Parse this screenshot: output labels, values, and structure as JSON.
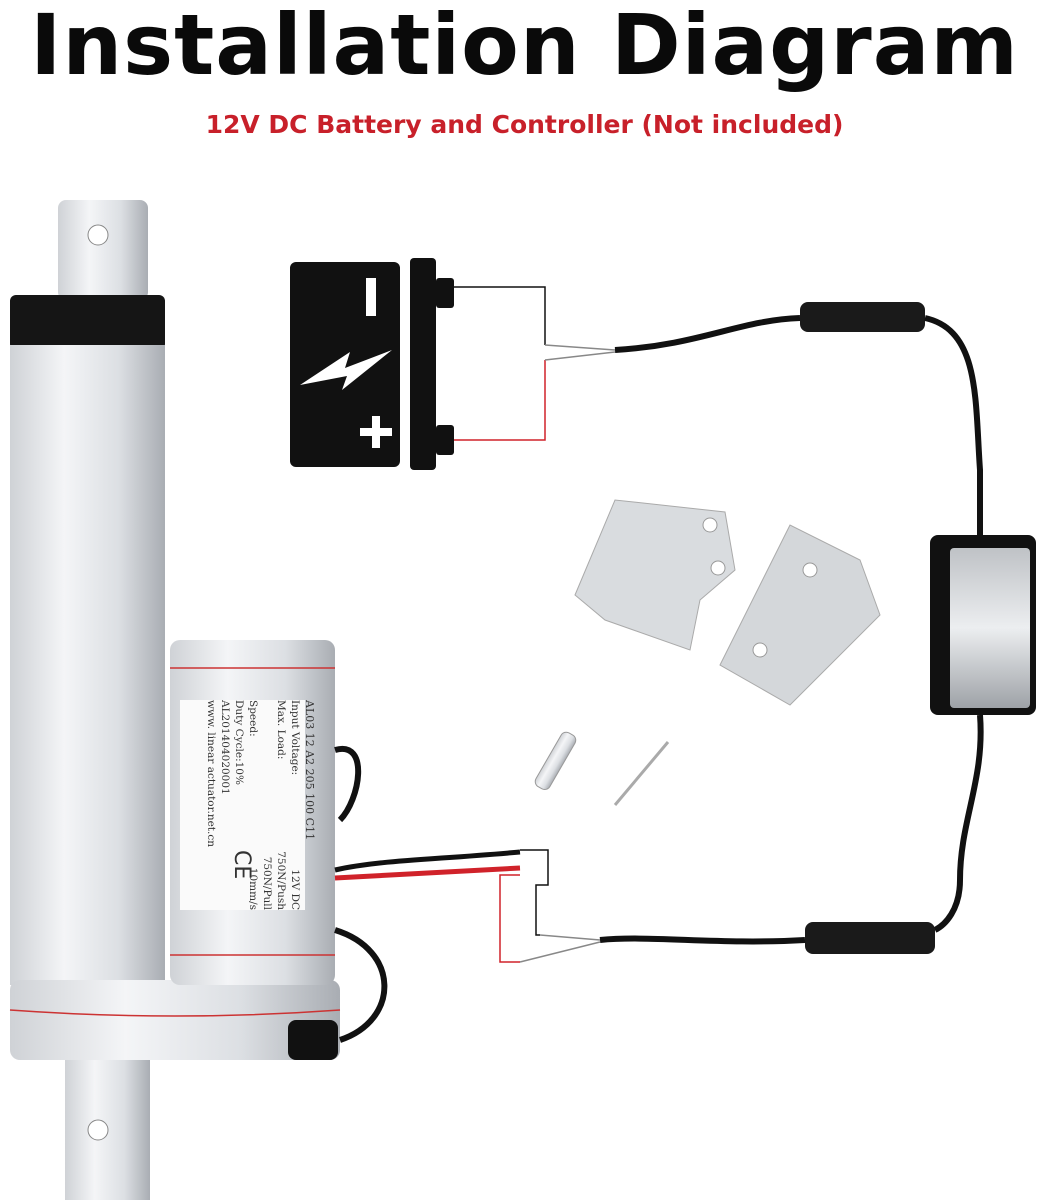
{
  "title": "Installation Diagram",
  "subtitle": "12V DC Battery and Controller (Not included)",
  "battery": {
    "minus": "-",
    "plus": "+"
  },
  "motor_label": {
    "model": "AL03 12 A2 205 100 C11",
    "input_voltage_label": "Input Voltage:",
    "input_voltage": "12V DC",
    "max_load_label": "Max. Load:",
    "max_load_push": "750N/Push",
    "max_load_pull": "750N/Pull",
    "speed_label": "Speed:",
    "speed": "10mm/s",
    "duty_cycle": "Duty Cycle:10%",
    "serial": "AL201404020001",
    "website": "www. linear actuator.net.cn",
    "ce": "CE"
  },
  "colors": {
    "title": "#0a0a0a",
    "subtitle": "#c8202a",
    "red_wire": "#d0222a",
    "black": "#111111"
  }
}
